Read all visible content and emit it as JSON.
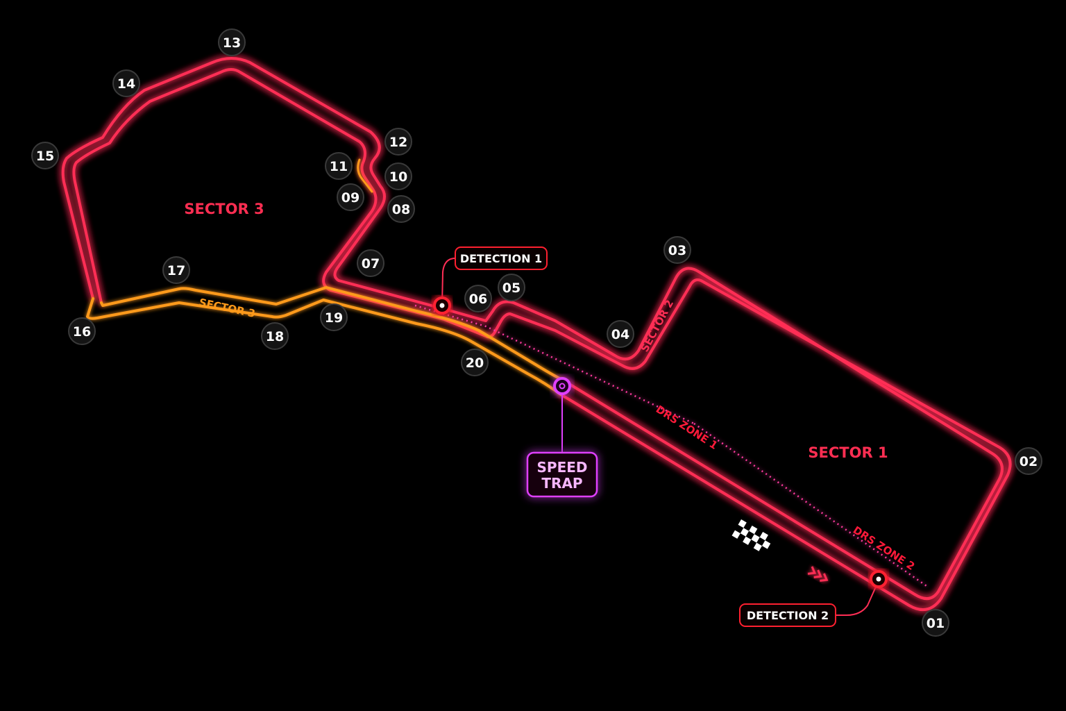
{
  "corners": [
    "01",
    "02",
    "03",
    "04",
    "05",
    "06",
    "07",
    "08",
    "09",
    "10",
    "11",
    "12",
    "13",
    "14",
    "15",
    "16",
    "17",
    "18",
    "19",
    "20"
  ],
  "sectors": {
    "sector1_label": "SECTOR 1",
    "sector3_label": "SECTOR 3",
    "sector2_track_label": "SECTOR 2",
    "sector3_track_label": "SECTOR 3"
  },
  "drs": {
    "zone1_label": "DRS ZONE 1",
    "zone2_label": "DRS ZONE 2"
  },
  "detection": {
    "detection1_label": "DETECTION 1",
    "detection2_label": "DETECTION 2"
  },
  "speed_trap": {
    "line1": "SPEED",
    "line2": "TRAP"
  },
  "colors": {
    "background": "#000000",
    "track_red": "#ff2e55",
    "track_orange": "#ff9a1a",
    "drs_red": "#ff1a3a",
    "speed_trap_magenta": "#e040ff",
    "corner_badge_fill": "#141414",
    "corner_badge_stroke": "#3a3a3a"
  }
}
